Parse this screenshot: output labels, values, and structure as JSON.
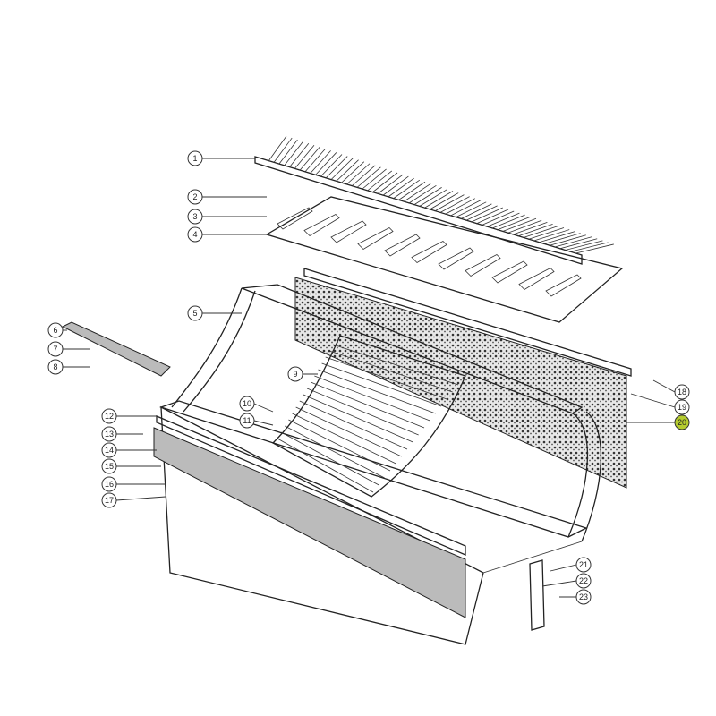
{
  "diagram": {
    "callouts": [
      "1",
      "2",
      "3",
      "4",
      "5",
      "6",
      "7",
      "8",
      "9",
      "10",
      "11",
      "12",
      "13",
      "14",
      "15",
      "16",
      "17",
      "18",
      "19",
      "20",
      "21",
      "22",
      "23"
    ],
    "highlighted": "20",
    "highlight_color": "#b5cc2e"
  }
}
